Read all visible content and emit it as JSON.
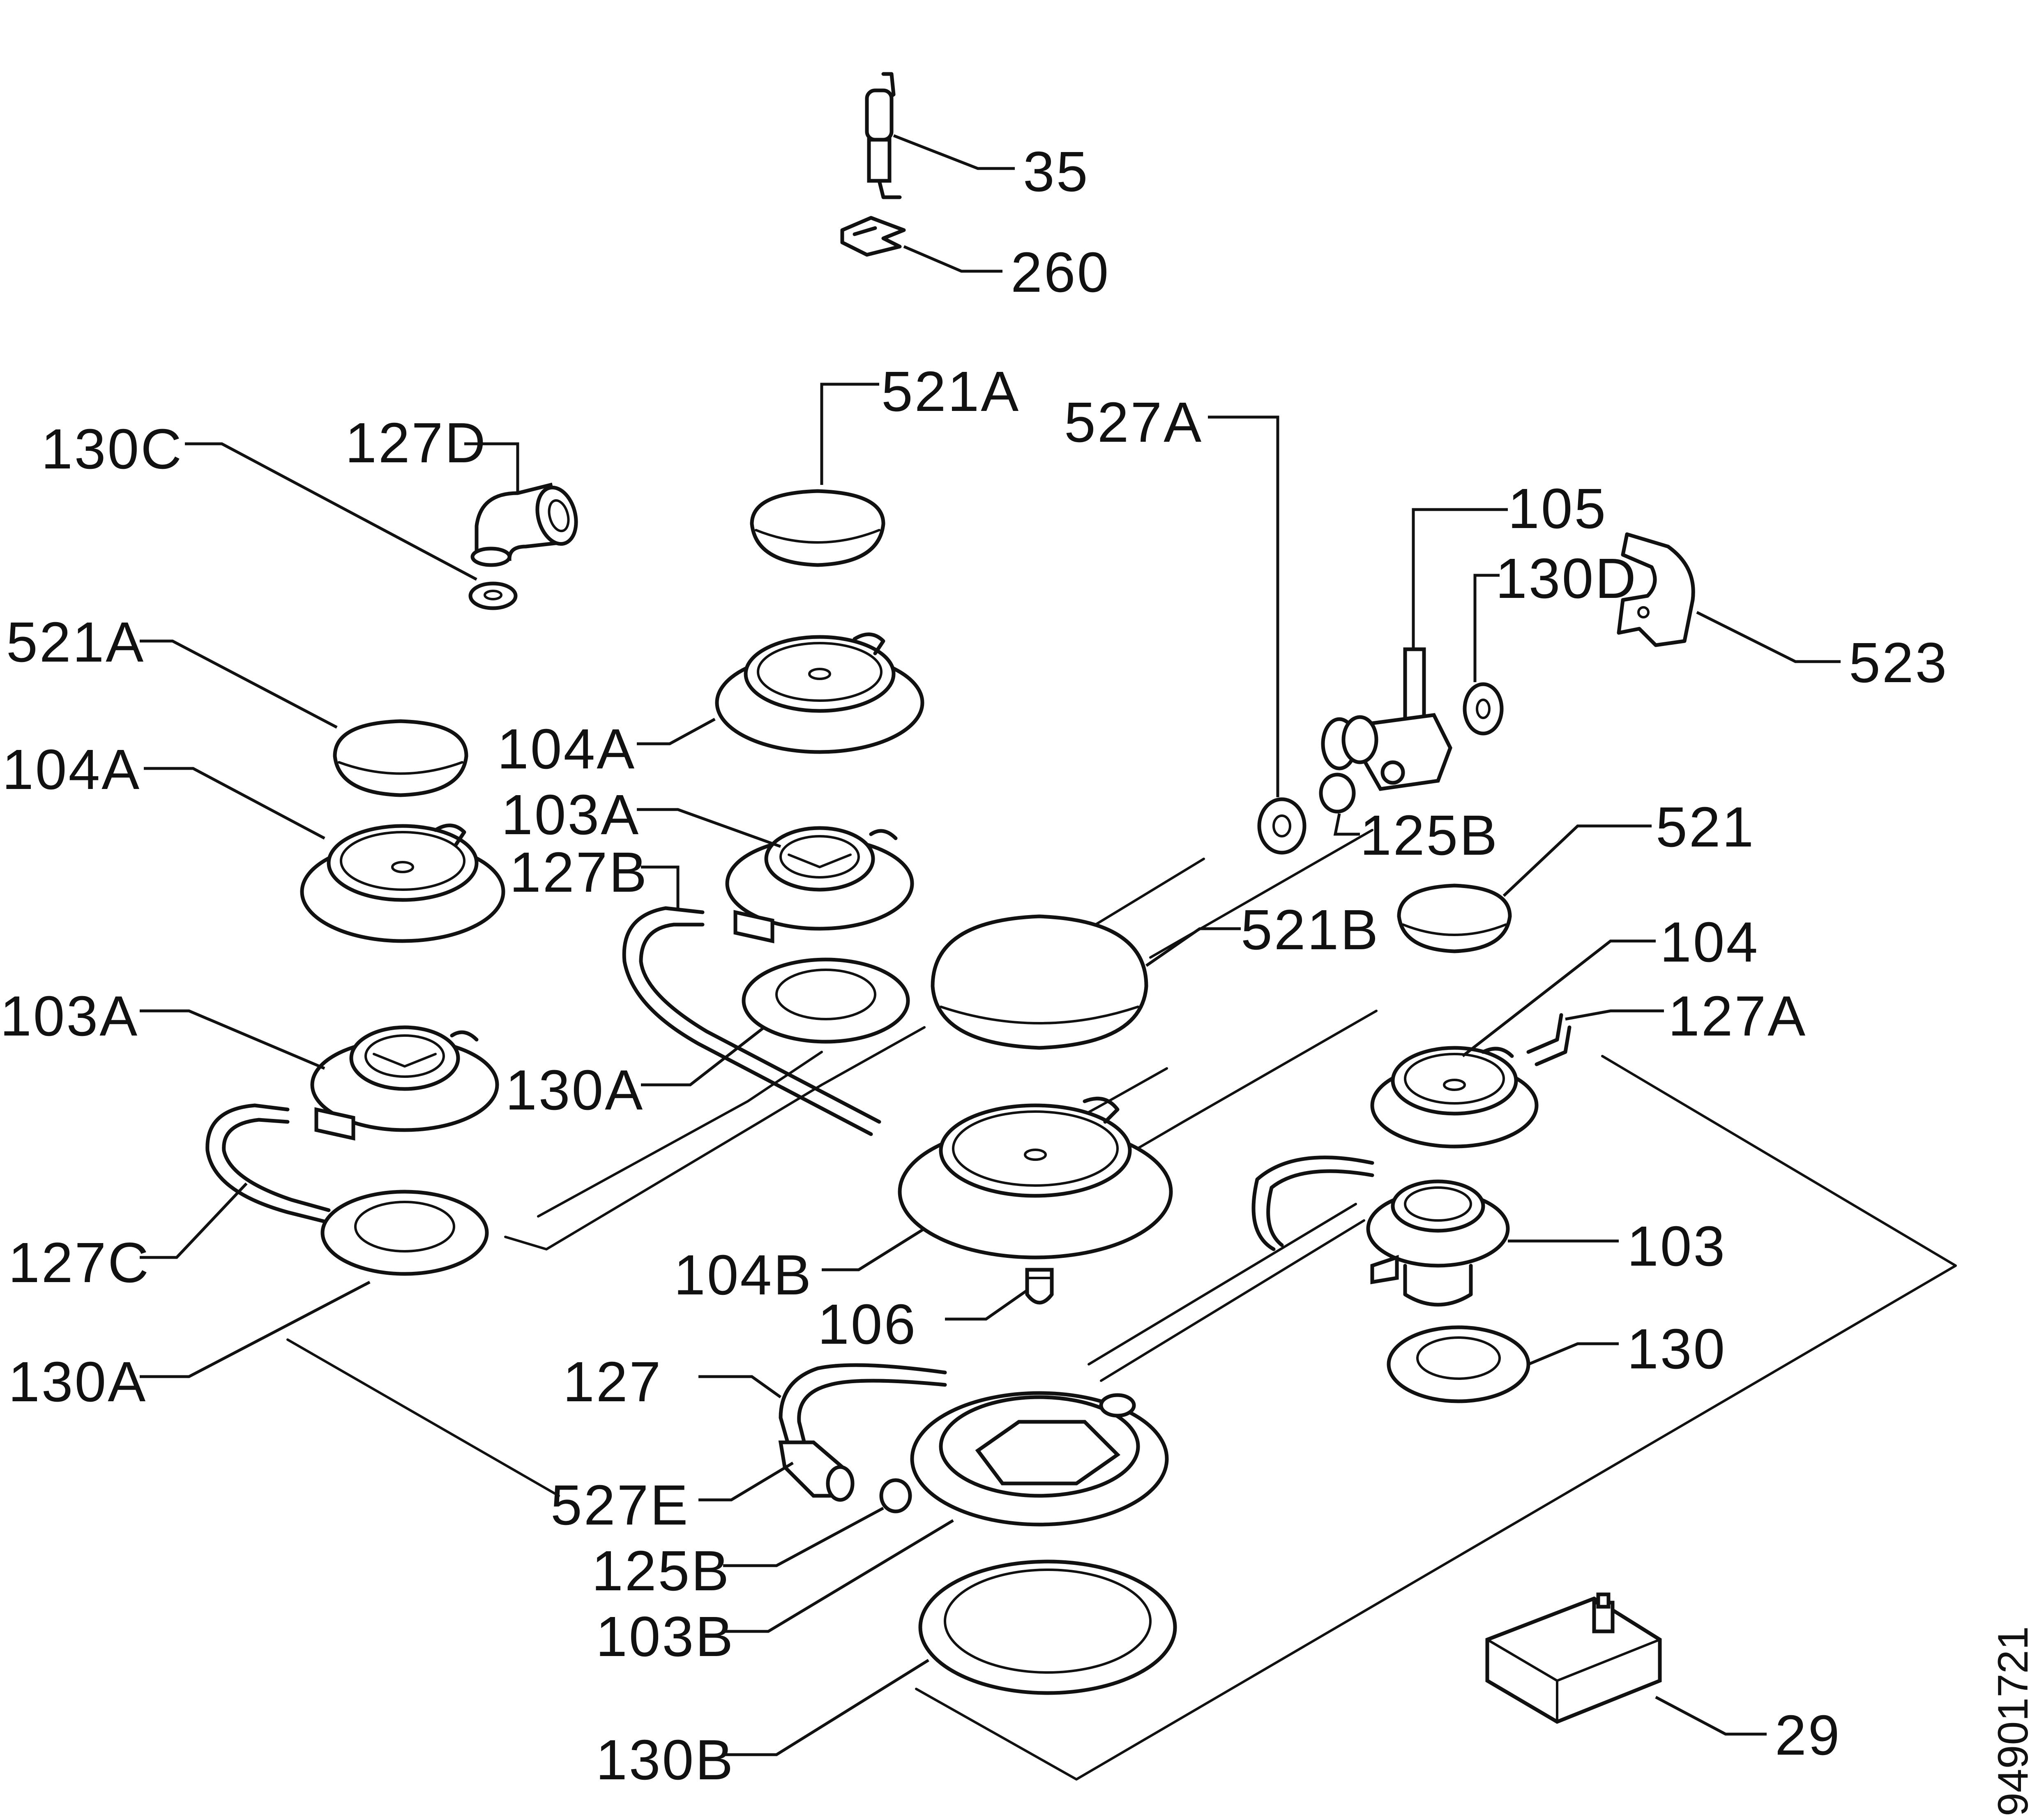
{
  "title": "",
  "drawing_code": "94901721",
  "labels": {
    "l35": "35",
    "l260": "260",
    "l521A_top": "521A",
    "l527A": "527A",
    "l130C": "130C",
    "l127D": "127D",
    "l105": "105",
    "l130D": "130D",
    "l523": "523",
    "l521A_left": "521A",
    "l104A_left": "104A",
    "l104A_center": "104A",
    "l103A_center": "103A",
    "l125B_top": "125B",
    "l521": "521",
    "l127B": "127B",
    "l521B": "521B",
    "l104": "104",
    "l127A": "127A",
    "l103A_left": "103A",
    "l130A_center": "130A",
    "l127C": "127C",
    "l104B": "104B",
    "l103": "103",
    "l106": "106",
    "l130": "130",
    "l130A_left": "130A",
    "l127": "127",
    "l527E": "527E",
    "l125B_bottom": "125B",
    "l103B": "103B",
    "l130B": "130B",
    "l29": "29"
  }
}
